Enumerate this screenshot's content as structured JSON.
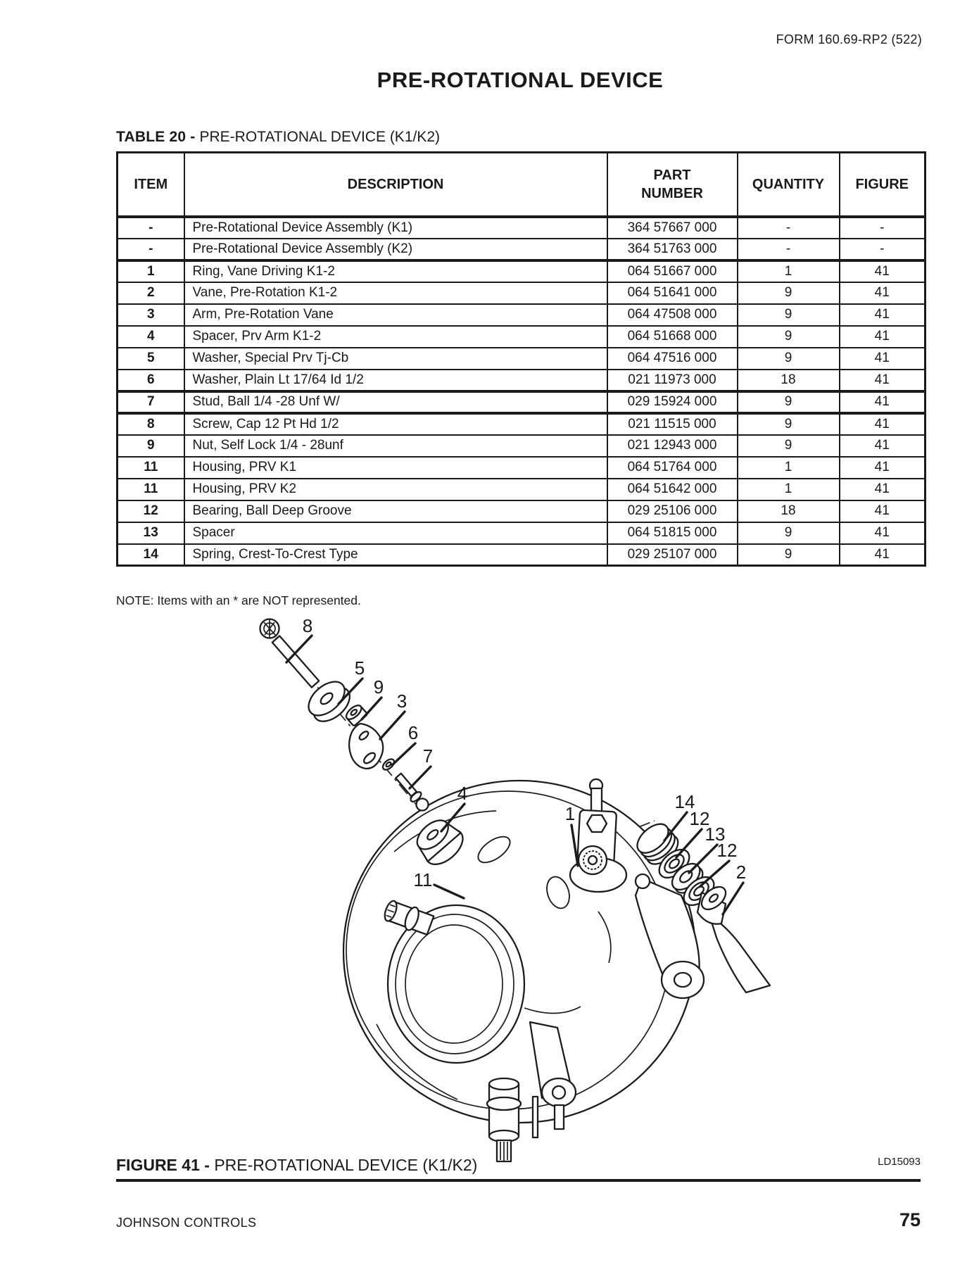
{
  "page": {
    "form_number": "FORM 160.69-RP2 (522)",
    "title": "PRE-ROTATIONAL DEVICE",
    "footer_left": "JOHNSON CONTROLS",
    "page_number": "75"
  },
  "table": {
    "title_bold": "TABLE 20 - ",
    "title_rest": "PRE-ROTATIONAL DEVICE (K1/K2)",
    "columns": [
      "ITEM",
      "DESCRIPTION",
      "PART NUMBER",
      "QUANTITY",
      "FIGURE"
    ],
    "rows": [
      {
        "item": "-",
        "description": "Pre-Rotational Device Assembly (K1)",
        "part_number": "364 57667 000",
        "quantity": "-",
        "figure": "-"
      },
      {
        "item": "-",
        "description": "Pre-Rotational Device Assembly (K2)",
        "part_number": "364 51763 000",
        "quantity": "-",
        "figure": "-"
      },
      {
        "item": "1",
        "description": "Ring, Vane Driving K1-2",
        "part_number": "064 51667 000",
        "quantity": "1",
        "figure": "41"
      },
      {
        "item": "2",
        "description": "Vane, Pre-Rotation K1-2",
        "part_number": "064 51641 000",
        "quantity": "9",
        "figure": "41"
      },
      {
        "item": "3",
        "description": "Arm, Pre-Rotation Vane",
        "part_number": "064 47508 000",
        "quantity": "9",
        "figure": "41"
      },
      {
        "item": "4",
        "description": "Spacer, Prv Arm K1-2",
        "part_number": "064 51668 000",
        "quantity": "9",
        "figure": "41"
      },
      {
        "item": "5",
        "description": "Washer, Special Prv Tj-Cb",
        "part_number": "064 47516 000",
        "quantity": "9",
        "figure": "41"
      },
      {
        "item": "6",
        "description": "Washer, Plain Lt 17/64 Id 1/2",
        "part_number": "021 11973 000",
        "quantity": "18",
        "figure": "41"
      },
      {
        "item": "7",
        "description": "Stud, Ball 1/4 -28 Unf W/",
        "part_number": "029 15924 000",
        "quantity": "9",
        "figure": "41"
      },
      {
        "item": "8",
        "description": "Screw, Cap 12 Pt Hd 1/2",
        "part_number": "021 11515 000",
        "quantity": "9",
        "figure": "41"
      },
      {
        "item": "9",
        "description": "Nut, Self Lock 1/4 - 28unf",
        "part_number": "021 12943 000",
        "quantity": "9",
        "figure": "41"
      },
      {
        "item": "11",
        "description": "Housing, PRV K1",
        "part_number": "064 51764 000",
        "quantity": "1",
        "figure": "41"
      },
      {
        "item": "11",
        "description": "Housing, PRV K2",
        "part_number": "064 51642 000",
        "quantity": "1",
        "figure": "41"
      },
      {
        "item": "12",
        "description": "Bearing, Ball Deep Groove",
        "part_number": "029 25106 000",
        "quantity": "18",
        "figure": "41"
      },
      {
        "item": "13",
        "description": "Spacer",
        "part_number": "064 51815 000",
        "quantity": "9",
        "figure": "41"
      },
      {
        "item": "14",
        "description": "Spring, Crest-To-Crest Type",
        "part_number": "029 25107 000",
        "quantity": "9",
        "figure": "41"
      }
    ],
    "note": "NOTE: Items with an * are NOT represented."
  },
  "figure": {
    "caption_bold": "FIGURE 41 - ",
    "caption_rest": "PRE-ROTATIONAL DEVICE (K1/K2)",
    "drawing_id": "LD15093",
    "callouts": [
      "8",
      "5",
      "9",
      "3",
      "6",
      "7",
      "4",
      "1",
      "11",
      "14",
      "12",
      "13",
      "12",
      "2"
    ]
  },
  "colors": {
    "ink": "#1a1a1a",
    "paper": "#ffffff"
  }
}
